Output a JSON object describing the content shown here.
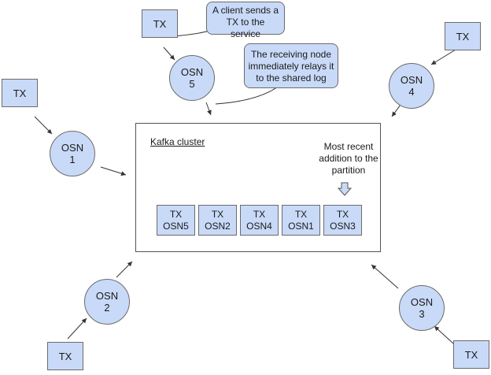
{
  "tx_label": "TX",
  "osn_label": "OSN",
  "nodes": [
    {
      "id": "1",
      "label": "OSN",
      "number": "1"
    },
    {
      "id": "2",
      "label": "OSN",
      "number": "2"
    },
    {
      "id": "3",
      "label": "OSN",
      "number": "3"
    },
    {
      "id": "4",
      "label": "OSN",
      "number": "4"
    },
    {
      "id": "5",
      "label": "OSN",
      "number": "5"
    }
  ],
  "callouts": {
    "client": "A client sends a TX to the service",
    "relay": "The receiving node immediately relays it to the shared log"
  },
  "cluster": {
    "label": "Kafka cluster",
    "recent_note": "Most recent addition to the partition"
  },
  "log_entries": [
    {
      "tx": "TX",
      "osn": "OSN5"
    },
    {
      "tx": "TX",
      "osn": "OSN2"
    },
    {
      "tx": "TX",
      "osn": "OSN4"
    },
    {
      "tx": "TX",
      "osn": "OSN1"
    },
    {
      "tx": "TX",
      "osn": "OSN3"
    }
  ]
}
